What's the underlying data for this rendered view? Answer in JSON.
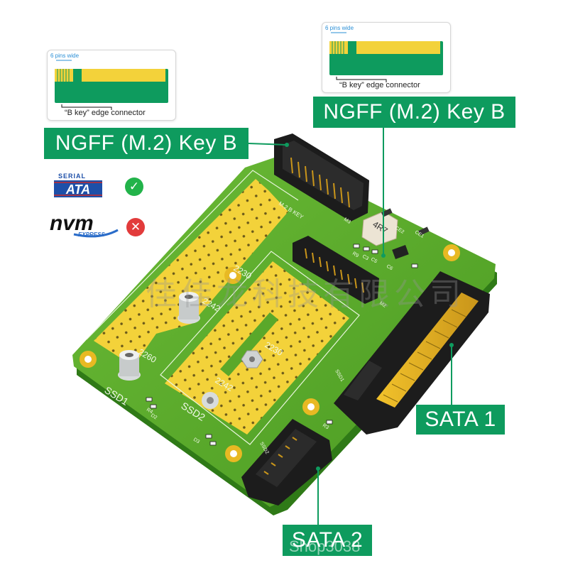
{
  "callouts": {
    "ngff_left": "NGFF (M.2) Key B",
    "ngff_right": "NGFF (M.2) Key B",
    "sata1": "SATA 1",
    "sata2": "SATA 2"
  },
  "edge_cards": {
    "pins_wide": "6 pins wide",
    "caption": "“B key” edge connector"
  },
  "logos": {
    "sata_top": "SERIAL",
    "sata_main": "ATA",
    "nvm_main": "nvm",
    "nvm_sub": "EXPRESS",
    "sata_status": "supported",
    "nvme_status": "not supported"
  },
  "board_labels": {
    "ssd1": "SSD1",
    "ssd2": "SSD2",
    "ssd2_small": "SSD2",
    "ssd1_small": "SSD1",
    "len_2230_a": "2230",
    "len_2242_a": "2242",
    "len_2260": "2260",
    "len_2230_b": "2230",
    "len_2242_b": "2242",
    "m2_b_key": "M.2 B KEY",
    "m3": "M3",
    "m2": "M2",
    "inductor": "4R7",
    "ce2": "CE2",
    "ce1": "CE1",
    "r9": "R9",
    "c3": "C3",
    "c5": "C5",
    "c6": "C6",
    "r3": "R3",
    "d2": "D2",
    "r4": "R4",
    "d3": "D3"
  },
  "watermark": "佳佳龙科技有限公司",
  "shop": "Shop3038",
  "colors": {
    "callout_green": "#0e9b5e",
    "board_green": "#5aa82a",
    "solder_yellow": "#f3d23a",
    "connector_black": "#1c1c1c",
    "gold_pins": "#e8b923"
  }
}
